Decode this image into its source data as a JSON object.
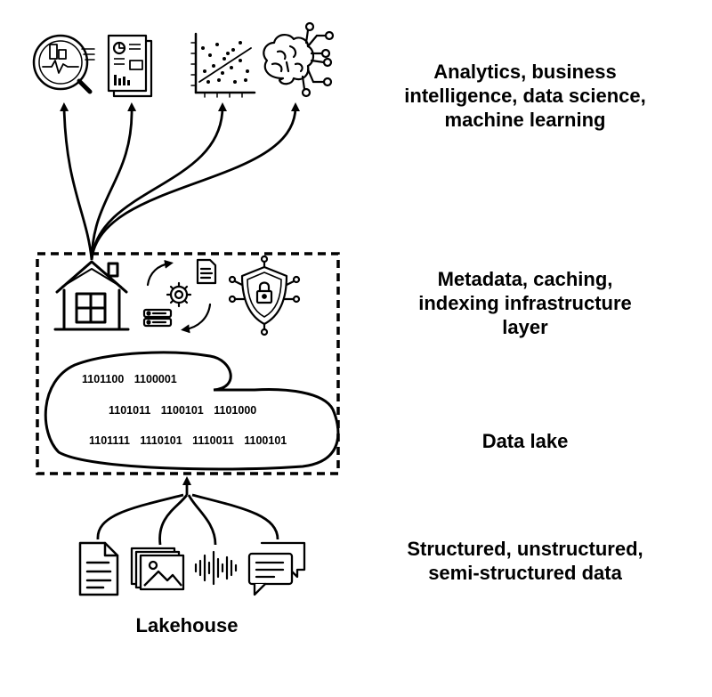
{
  "right_labels": {
    "consumers": [
      "Analytics, business",
      "intelligence, data science,",
      "machine learning"
    ],
    "metadata_layer": [
      "Metadata, caching,",
      "indexing infrastructure",
      "layer"
    ],
    "data_lake": [
      "Data lake"
    ],
    "sources": [
      "Structured, unstructured,",
      "semi-structured data"
    ]
  },
  "binary_rows": [
    [
      "1101100",
      "1100001"
    ],
    [
      "1101011",
      "1100101",
      "1101000"
    ],
    [
      "1101111",
      "1110101",
      "1110011",
      "1100101"
    ]
  ],
  "caption": "Lakehouse",
  "icons": {
    "top": [
      "magnifier-analytics-icon",
      "report-icon",
      "scatter-plot-icon",
      "ai-brain-icon"
    ],
    "middle": [
      "house-icon",
      "workflow-gear-icon",
      "security-shield-icon"
    ],
    "bottom": [
      "document-icon",
      "images-icon",
      "audio-wave-icon",
      "chat-icon"
    ]
  }
}
